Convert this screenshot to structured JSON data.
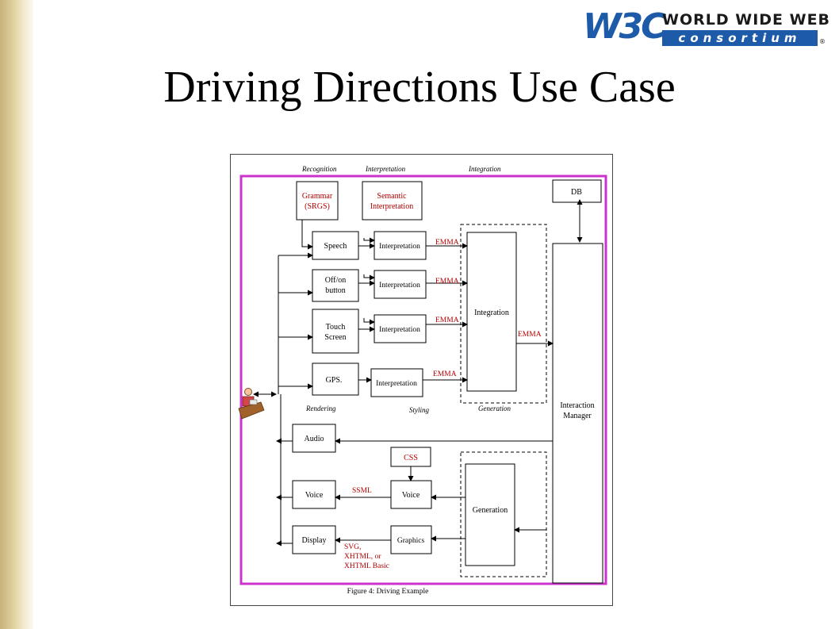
{
  "slide": {
    "title": "Driving Directions Use Case"
  },
  "logo": {
    "mark": "W3C",
    "line1": "WORLD WIDE WEB",
    "line2": "consortium",
    "reg": "®"
  },
  "figure": {
    "caption": "Figure 4:  Driving Example",
    "stage_labels": {
      "recognition": "Recognition",
      "interpretation": "Interpretation",
      "integration": "Integration",
      "rendering": "Rendering",
      "styling": "Styling",
      "generation": "Generation"
    },
    "boxes": {
      "grammar_1": "Grammar",
      "grammar_2": "(SRGS)",
      "semantic_1": "Semantic",
      "semantic_2": "Interpretation",
      "db": "DB",
      "speech": "Speech",
      "offon_1": "Off/on",
      "offon_2": "button",
      "touch_1": "Touch",
      "touch_2": "Screen",
      "gps": "GPS.",
      "interp_1": "Interpretation",
      "interp_2": "Interpretation",
      "interp_3": "Interpretation",
      "interp_4": "Interpretation",
      "integration": "Integration",
      "im_1": "Interaction",
      "im_2": "Manager",
      "audio": "Audio",
      "voice_out": "Voice",
      "display": "Display",
      "css": "CSS",
      "voice_style": "Voice",
      "graphics": "Graphics",
      "generation": "Generation"
    },
    "arrow_labels": {
      "emma_1": "EMMA",
      "emma_2": "EMMA",
      "emma_3": "EMMA",
      "emma_4": "EMMA",
      "emma_out": "EMMA",
      "ssml": "SSML",
      "svg_1": "SVG,",
      "svg_2": "XHTML, or",
      "svg_3": "XHTML Basic"
    },
    "colors": {
      "frame": "#cc33cc",
      "red_text": "#b00000",
      "line": "#000000"
    }
  }
}
